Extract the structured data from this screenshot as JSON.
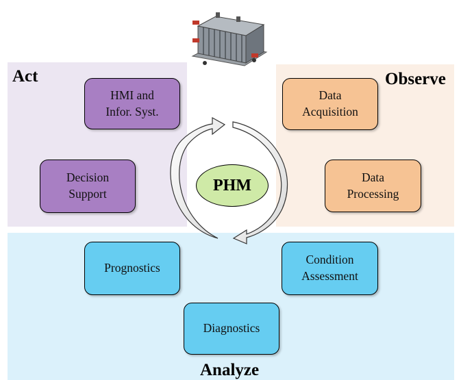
{
  "sections": {
    "act": "Act",
    "observe": "Observe",
    "analyze": "Analyze"
  },
  "center": "PHM",
  "boxes": {
    "hmi": "HMI and\nInfor. Syst.",
    "decision": "Decision\nSupport",
    "acquisition": "Data\nAcquisition",
    "processing": "Data\nProcessing",
    "prognostics": "Prognostics",
    "condition": "Condition\nAssessment",
    "diagnostics": "Diagnostics"
  },
  "colors": {
    "act_region": "#ece6f2",
    "observe_region": "#fbefe5",
    "analyze_region": "#dbf1fb",
    "act_box": "#a87fc3",
    "observe_box": "#f6c394",
    "analyze_box": "#66cdf1",
    "center": "#cfeaa7"
  },
  "image": "fuel-cell-stack-photo"
}
